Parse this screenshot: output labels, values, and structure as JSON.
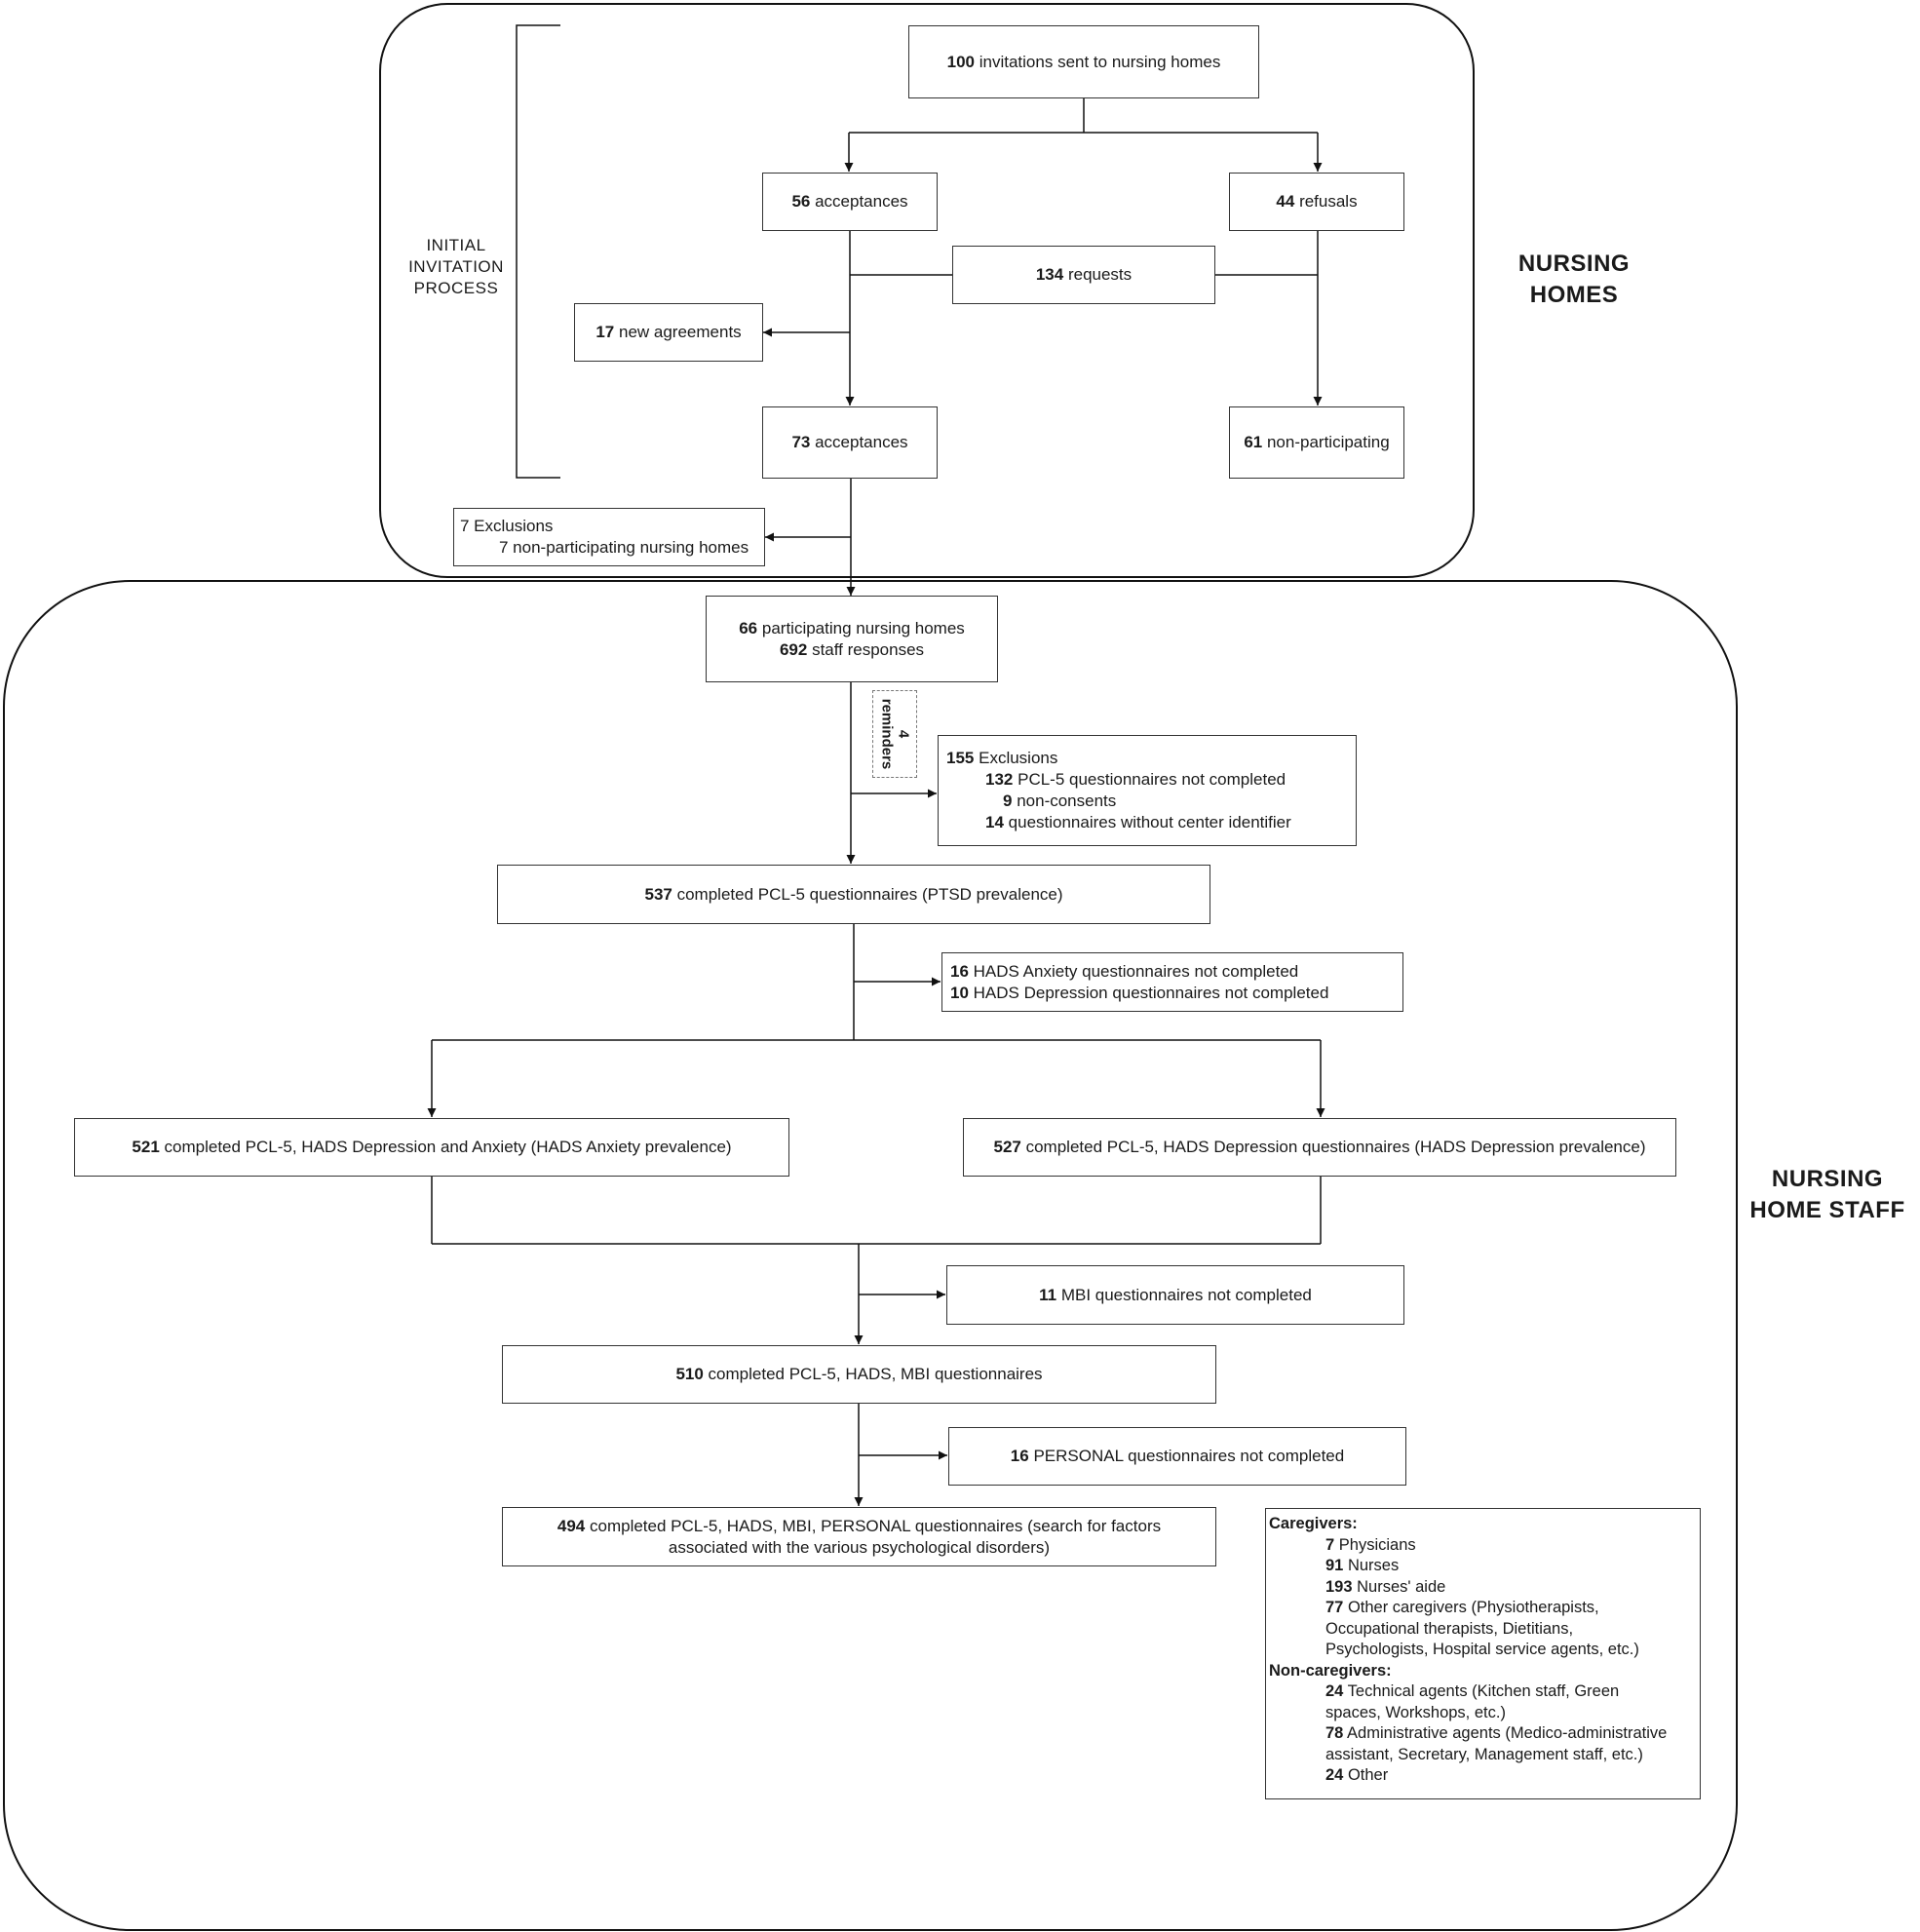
{
  "regions": {
    "nursing_homes": {
      "label_line1": "NURSING",
      "label_line2": "HOMES"
    },
    "staff": {
      "label_line1": "NURSING",
      "label_line2": "HOME STAFF"
    }
  },
  "initial_process": {
    "line1": "INITIAL",
    "line2": "INVITATION",
    "line3": "PROCESS"
  },
  "nodes": {
    "invitations": {
      "num": "100",
      "text": "invitations sent to nursing homes"
    },
    "acceptances56": {
      "num": "56",
      "text": "acceptances"
    },
    "refusals44": {
      "num": "44",
      "text": "refusals"
    },
    "requests134": {
      "num": "134",
      "text": "requests"
    },
    "new_agreements17": {
      "num": "17",
      "text": "new agreements"
    },
    "acceptances73": {
      "num": "73",
      "text": "acceptances"
    },
    "non_participating61": {
      "num": "61",
      "text": "non-participating"
    },
    "exclusions7": {
      "line1": "7 Exclusions",
      "line2": "7 non-participating nursing homes"
    },
    "participating66": {
      "num1": "66",
      "text1": "participating nursing homes",
      "num2": "692",
      "text2": "staff responses"
    },
    "reminders": {
      "num": "4",
      "text": "reminders"
    },
    "exclusions155": {
      "num": "155",
      "text": "Exclusions",
      "items": [
        {
          "num": "132",
          "text": "PCL-5 questionnaires not completed"
        },
        {
          "num": "9",
          "text": "non-consents"
        },
        {
          "num": "14",
          "text": "questionnaires without center identifier"
        }
      ]
    },
    "completed537": {
      "num": "537",
      "text": "completed PCL-5 questionnaires (PTSD prevalence)"
    },
    "hads_not_completed": {
      "items": [
        {
          "num": "16",
          "text": "HADS Anxiety questionnaires not completed"
        },
        {
          "num": "10",
          "text": "HADS Depression questionnaires not completed"
        }
      ]
    },
    "completed521": {
      "num": "521",
      "text": "completed PCL-5, HADS Depression and Anxiety (HADS Anxiety prevalence)"
    },
    "completed527": {
      "num": "527",
      "text": "completed PCL-5, HADS Depression questionnaires (HADS Depression prevalence)"
    },
    "mbi_not_completed": {
      "num": "11",
      "text": "MBI questionnaires not completed"
    },
    "completed510": {
      "num": "510",
      "text": "completed PCL-5, HADS, MBI questionnaires"
    },
    "personal_not_completed": {
      "num": "16",
      "text": "PERSONAL questionnaires not completed"
    },
    "completed494": {
      "num": "494",
      "line1": "completed PCL-5, HADS, MBI, PERSONAL questionnaires (search for factors",
      "line2": "associated with the various psychological disorders)"
    }
  },
  "categories": {
    "caregivers_title": "Caregivers:",
    "caregivers": [
      {
        "num": "7",
        "lines": [
          "Physicians"
        ]
      },
      {
        "num": "91",
        "lines": [
          "Nurses"
        ]
      },
      {
        "num": "193",
        "lines": [
          "Nurses' aide"
        ]
      },
      {
        "num": "77",
        "lines": [
          "Other caregivers (Physiotherapists,",
          "Occupational therapists, Dietitians,",
          "Psychologists, Hospital service agents, etc.)"
        ]
      }
    ],
    "noncaregivers_title": "Non-caregivers:",
    "noncaregivers": [
      {
        "num": "24",
        "lines": [
          "Technical agents (Kitchen staff, Green",
          "spaces, Workshops, etc.)"
        ]
      },
      {
        "num": "78",
        "lines": [
          "Administrative agents (Medico-administrative",
          "assistant, Secretary, Management staff, etc.)"
        ]
      },
      {
        "num": "24",
        "lines": [
          "Other"
        ]
      }
    ]
  }
}
